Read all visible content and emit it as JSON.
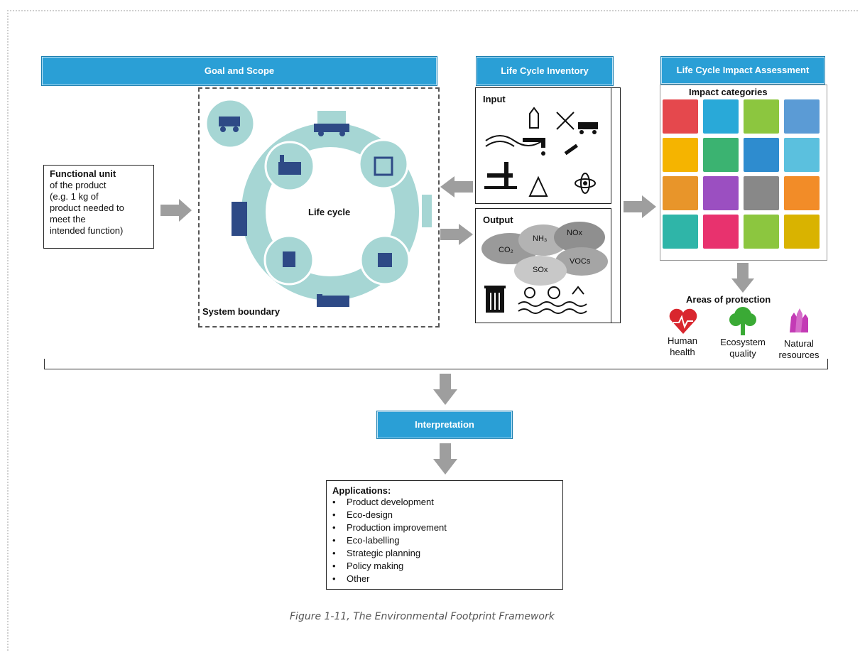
{
  "headers": {
    "goal_scope": "Goal and Scope",
    "lci": "Life Cycle Inventory",
    "lcia": "Life Cycle Impact Assessment",
    "interpretation": "Interpretation"
  },
  "functional_unit": {
    "title": "Functional unit",
    "lines": [
      "of the product",
      "(e.g. 1 kg of",
      "product needed to",
      "meet the",
      "intended function)"
    ]
  },
  "life_cycle": {
    "center_label": "Life cycle",
    "boundary_label": "System boundary"
  },
  "inventory": {
    "input_label": "Input",
    "output_label": "Output",
    "emissions": [
      "NH₃",
      "NOx",
      "CO₂",
      "VOCs",
      "SOx"
    ]
  },
  "impact": {
    "categories_label": "Impact categories",
    "tile_colors": [
      "#e5484d",
      "#29a9d8",
      "#8cc63f",
      "#5b9bd5",
      "#f5b400",
      "#3bb371",
      "#2e8ccf",
      "#5bc0de",
      "#e8952a",
      "#9b4fc1",
      "#888888",
      "#f28c28",
      "#2fb5a8",
      "#e8326e",
      "#8cc63f",
      "#d9b300"
    ],
    "areas_label": "Areas of protection",
    "areas": [
      {
        "label_1": "Human",
        "label_2": "health",
        "color": "#d9262e",
        "icon": "heart-icon"
      },
      {
        "label_1": "Ecosystem",
        "label_2": "quality",
        "color": "#3aaa35",
        "icon": "tree-icon"
      },
      {
        "label_1": "Natural",
        "label_2": "resources",
        "color": "#c33bb5",
        "icon": "crystal-icon"
      }
    ]
  },
  "applications": {
    "title": "Applications:",
    "items": [
      "Product development",
      "Eco-design",
      "Production improvement",
      "Eco-labelling",
      "Strategic planning",
      "Policy making",
      "Other"
    ]
  },
  "caption": "Figure 1-11, The Environmental Footprint Framework",
  "colors": {
    "header_blue": "#2a9fd6",
    "arrow_grey": "#9e9e9e",
    "ring_teal": "#a6d6d4"
  }
}
